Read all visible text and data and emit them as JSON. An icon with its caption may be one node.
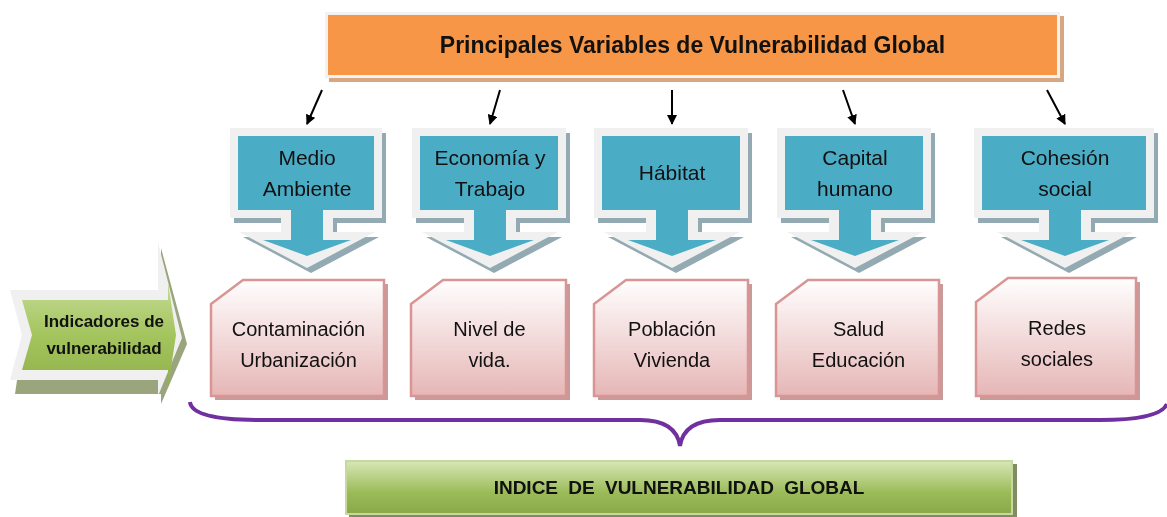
{
  "diagram": {
    "nodes": [
      {
        "text": [
          "Principales Variables de Vulnerabilidad Global"
        ]
      },
      {
        "text": [
          "Medio Ambiente"
        ]
      },
      {
        "text": [
          "Economía y Trabajo"
        ]
      },
      {
        "text": [
          "Hábitat"
        ]
      },
      {
        "text": [
          "Capital humano"
        ]
      },
      {
        "text": [
          "Cohesión social"
        ]
      },
      {
        "text": [
          "Indicadores de vulnerabilidad"
        ]
      },
      {
        "text": [
          "Contaminación Urbanización"
        ]
      },
      {
        "text": [
          "Nivel de vida."
        ]
      },
      {
        "text": [
          "Población Vivienda"
        ]
      },
      {
        "text": [
          "Salud Educación"
        ]
      },
      {
        "text": [
          "Redes sociales"
        ]
      },
      {
        "text": [
          "INDICE DE VULNERABILIDAD GLOBAL"
        ]
      }
    ],
    "edges": [
      {
        "from": 0,
        "to": 1,
        "arrow": "to"
      },
      {
        "from": 0,
        "to": 2,
        "arrow": "to"
      },
      {
        "from": 0,
        "to": 3,
        "arrow": "to"
      },
      {
        "from": 0,
        "to": 4,
        "arrow": "to"
      },
      {
        "from": 0,
        "to": 5,
        "arrow": "to"
      }
    ]
  }
}
